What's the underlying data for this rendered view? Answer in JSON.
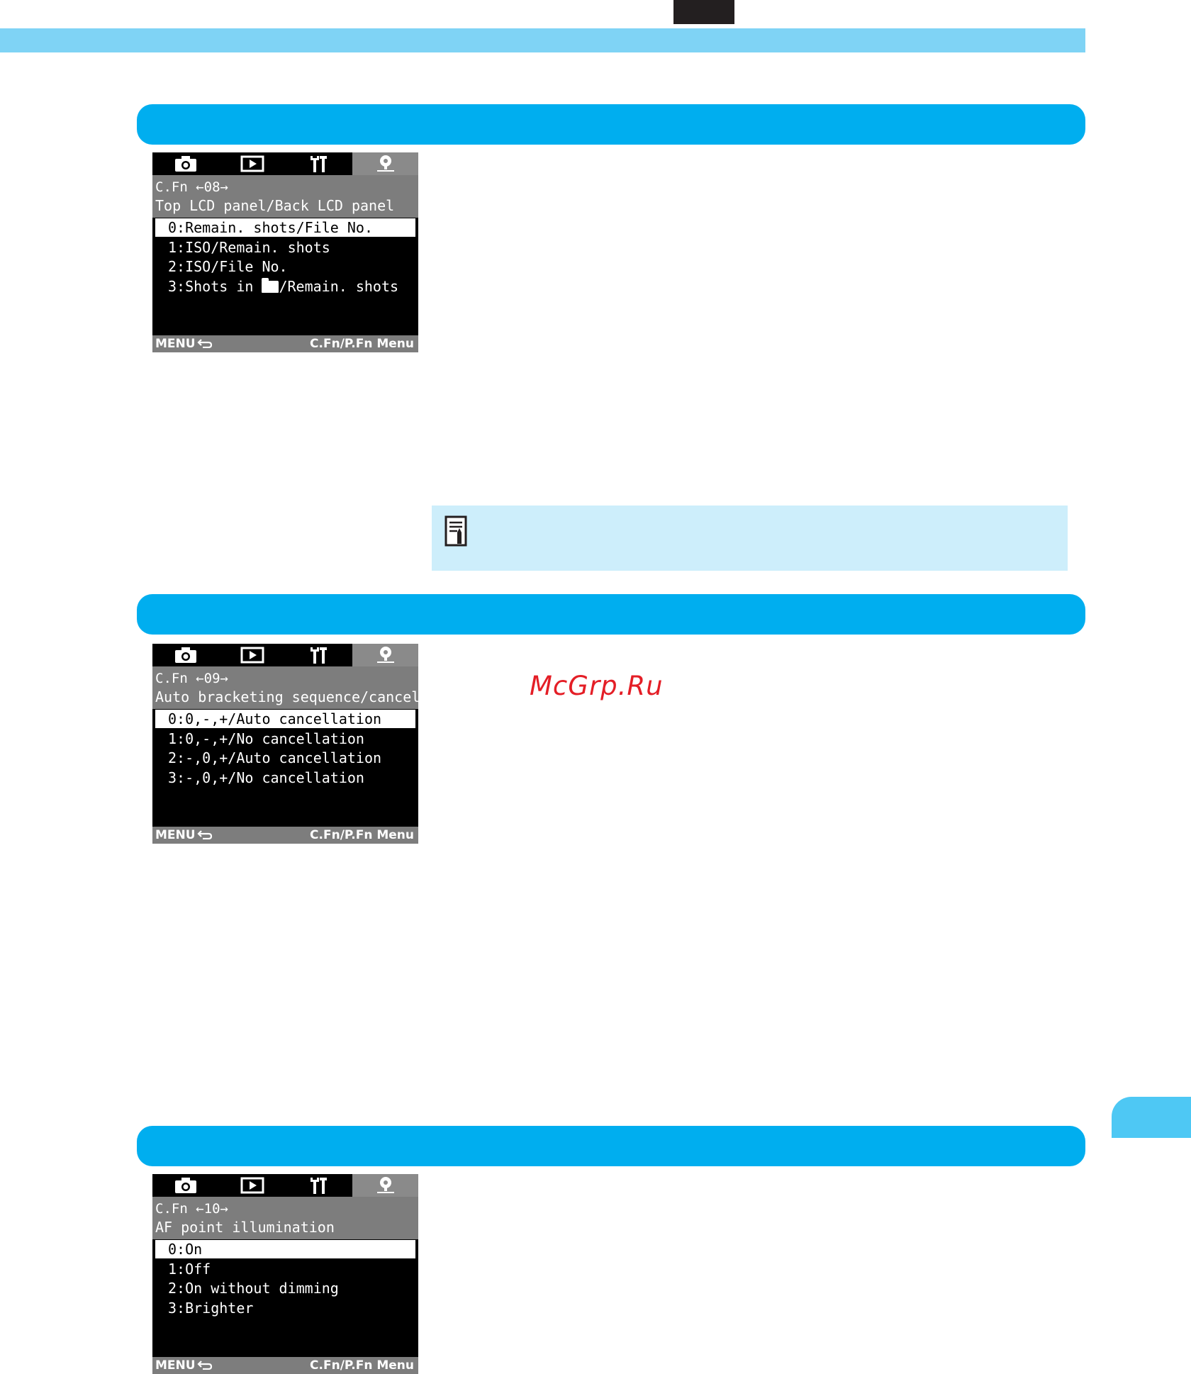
{
  "watermark": "McGrp.Ru",
  "screens": [
    {
      "cfn": "C.Fn ←08→",
      "title": "Top LCD panel/Back LCD panel",
      "options": [
        "0:Remain. shots/File No.",
        "1:ISO/Remain. shots",
        "2:ISO/File No.",
        "3:Shots in"
      ],
      "option3_suffix": "/Remain. shots",
      "footer_left": "MENU",
      "footer_right": "C.Fn/P.Fn Menu"
    },
    {
      "cfn": "C.Fn ←09→",
      "title": "Auto bracketing sequence/cancel",
      "options": [
        "0:0,-,+/Auto cancellation",
        "1:0,-,+/No cancellation",
        "2:-,0,+/Auto cancellation",
        "3:-,0,+/No cancellation"
      ],
      "footer_left": "MENU",
      "footer_right": "C.Fn/P.Fn Menu"
    },
    {
      "cfn": "C.Fn ←10→",
      "title": "AF point illumination",
      "options": [
        "0:On",
        "1:Off",
        "2:On without dimming",
        "3:Brighter"
      ],
      "footer_left": "MENU",
      "footer_right": "C.Fn/P.Fn Menu"
    }
  ],
  "colors": {
    "section_bar": "#00aeef",
    "top_band": "#7fd3f5",
    "memo_bg": "#cdeefb",
    "watermark": "#e41e26"
  }
}
